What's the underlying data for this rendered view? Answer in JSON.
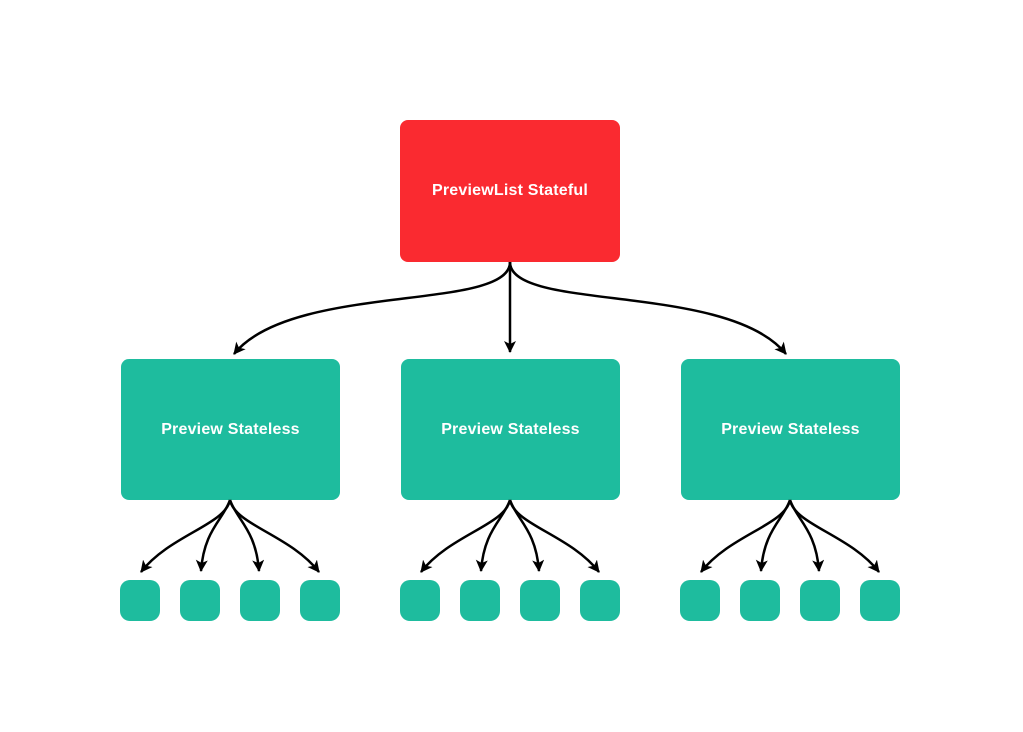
{
  "diagram": {
    "background": "#ffffff",
    "arrow_color": "#000000",
    "root": {
      "label": "PreviewList Stateful",
      "fill": "#fa2a30",
      "text_color": "#ffffff"
    },
    "children": [
      {
        "label": "Preview Stateless",
        "fill": "#1ebc9e",
        "text_color": "#ffffff",
        "leaf_count": 4
      },
      {
        "label": "Preview Stateless",
        "fill": "#1ebc9e",
        "text_color": "#ffffff",
        "leaf_count": 4
      },
      {
        "label": "Preview Stateless",
        "fill": "#1ebc9e",
        "text_color": "#ffffff",
        "leaf_count": 4
      }
    ]
  }
}
